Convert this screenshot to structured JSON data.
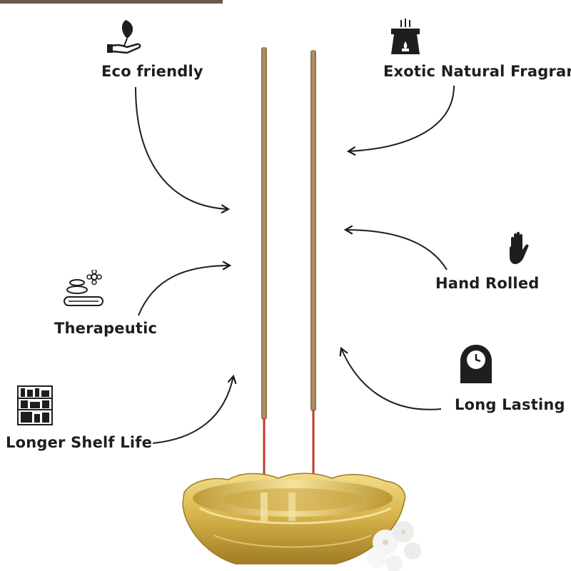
{
  "features": {
    "eco_friendly": "Eco friendly",
    "exotic_fragrance": "Exotic Natural Fragrance",
    "therapeutic": "Therapeutic",
    "hand_rolled": "Hand Rolled",
    "longer_shelf_life": "Longer Shelf Life",
    "long_lasting": "Long Lasting"
  },
  "icons": {
    "eco_friendly": "hand-leaf-icon",
    "exotic_fragrance": "aroma-burner-icon",
    "therapeutic": "spa-stones-icon",
    "hand_rolled": "hand-icon",
    "longer_shelf_life": "shelf-icon",
    "long_lasting": "clock-icon"
  },
  "colors": {
    "text": "#1e1e1e",
    "stick": "#a8875a",
    "stick_base": "#c0392b",
    "brass": "#d4b24a"
  }
}
